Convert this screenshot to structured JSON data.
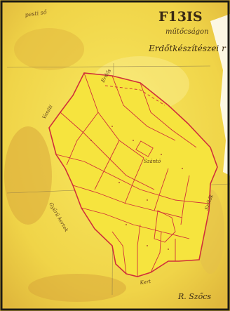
{
  "map": {
    "title": "F13IS",
    "subtitle_line1": "műtőcságon",
    "subtitle_line2": "Erdőtkészítészei r",
    "corner_note": "pesti ső",
    "signature": "R. Szőcs",
    "field_labels": [
      "Erdős",
      "Vasúti",
      "Gyűrü kertek",
      "Szőlők",
      "Szántó",
      "Kert"
    ],
    "colors": {
      "paper": "#f2d84a",
      "paper_light": "#f8ec8e",
      "stain": "#d8a83a",
      "parcel_fill": "#f6e43e",
      "boundary": "#d0303a",
      "grid": "#7a6a4a",
      "frame": "#1c1a14"
    }
  }
}
